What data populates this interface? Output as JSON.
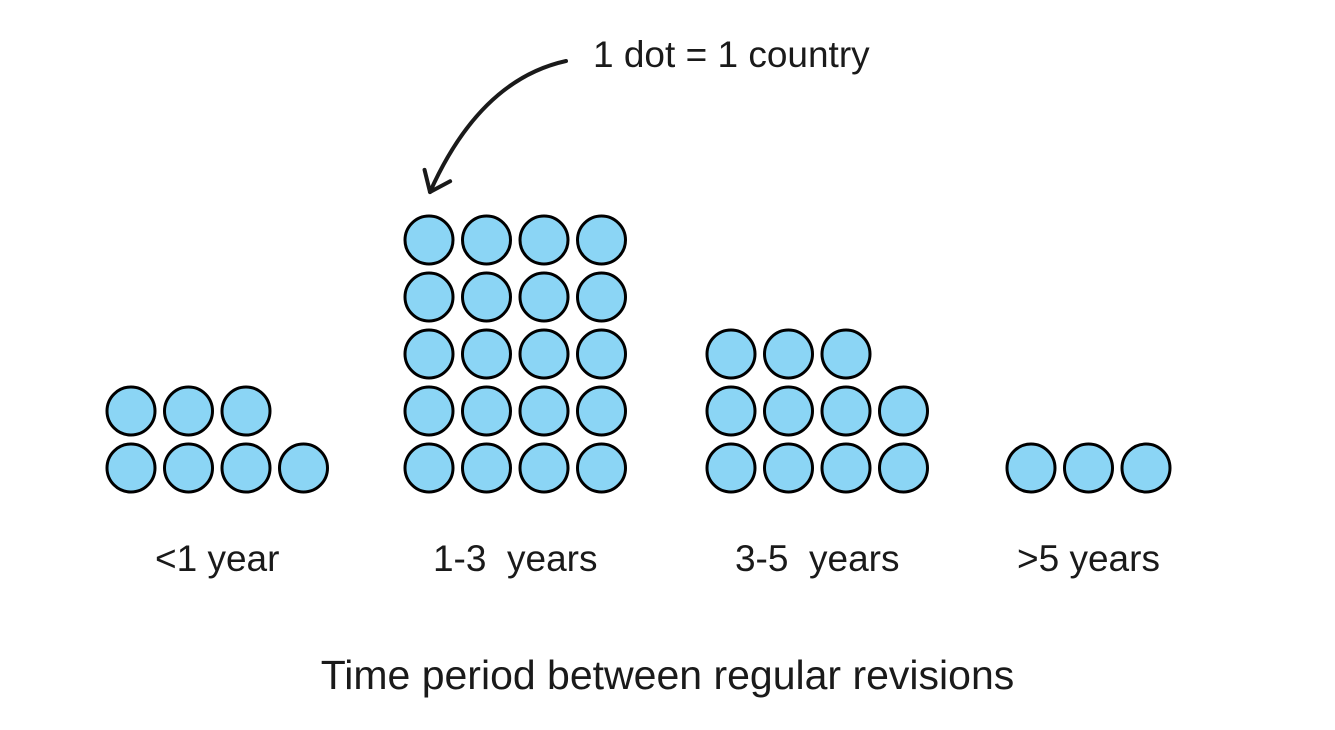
{
  "page": {
    "background_color": "#ffffff",
    "text_color": "#1a1a1a"
  },
  "chart_data": {
    "type": "pictograph",
    "unit_label": "1 dot = 1 country",
    "title": "Time period between regular revisions",
    "xlabel": "",
    "ylabel": "",
    "grid": false,
    "legend_position": "top-center with arrow pointing to tallest dot column",
    "categories": [
      "<1 year",
      "1-3  years",
      "3-5  years",
      ">5 years"
    ],
    "values": [
      7,
      20,
      11,
      3
    ],
    "groups": [
      {
        "label": "<1 year",
        "count": 7,
        "rows_top_to_bottom": [
          3,
          4
        ]
      },
      {
        "label": "1-3  years",
        "count": 20,
        "rows_top_to_bottom": [
          4,
          4,
          4,
          4,
          4
        ]
      },
      {
        "label": "3-5  years",
        "count": 11,
        "rows_top_to_bottom": [
          3,
          4,
          4
        ]
      },
      {
        "label": ">5 years",
        "count": 3,
        "rows_top_to_bottom": [
          3
        ]
      }
    ],
    "dot_fill": "#8BD5F5",
    "dot_stroke": "#000000"
  }
}
